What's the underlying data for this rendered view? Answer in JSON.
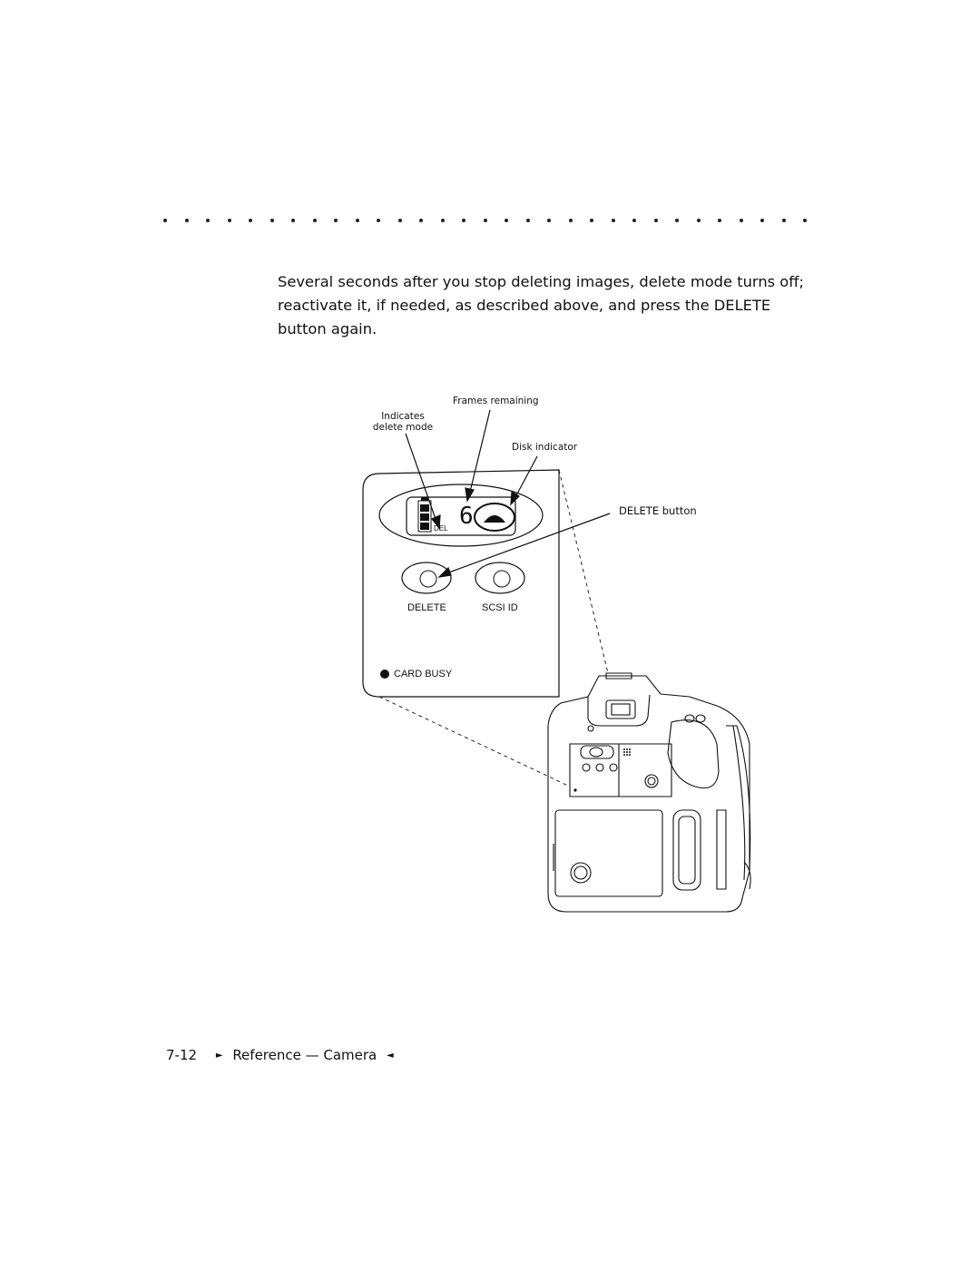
{
  "body": {
    "paragraph": "Several seconds after you stop deleting images, delete mode turns off; reactivate it, if needed, as described above, and press the DELETE button again."
  },
  "figure": {
    "callouts": {
      "frames_remaining": "Frames remaining",
      "indicates_delete_mode": "Indicates delete mode",
      "disk_indicator": "Disk indicator",
      "delete_button": "DELETE button"
    },
    "lcd": {
      "frame_count": "6",
      "del_label": "DEL"
    },
    "panel": {
      "delete_label": "DELETE",
      "scsi_label": "SCSI ID",
      "card_busy_label": "CARD BUSY"
    }
  },
  "footer": {
    "page_number": "7-12",
    "section": "Reference — Camera"
  }
}
